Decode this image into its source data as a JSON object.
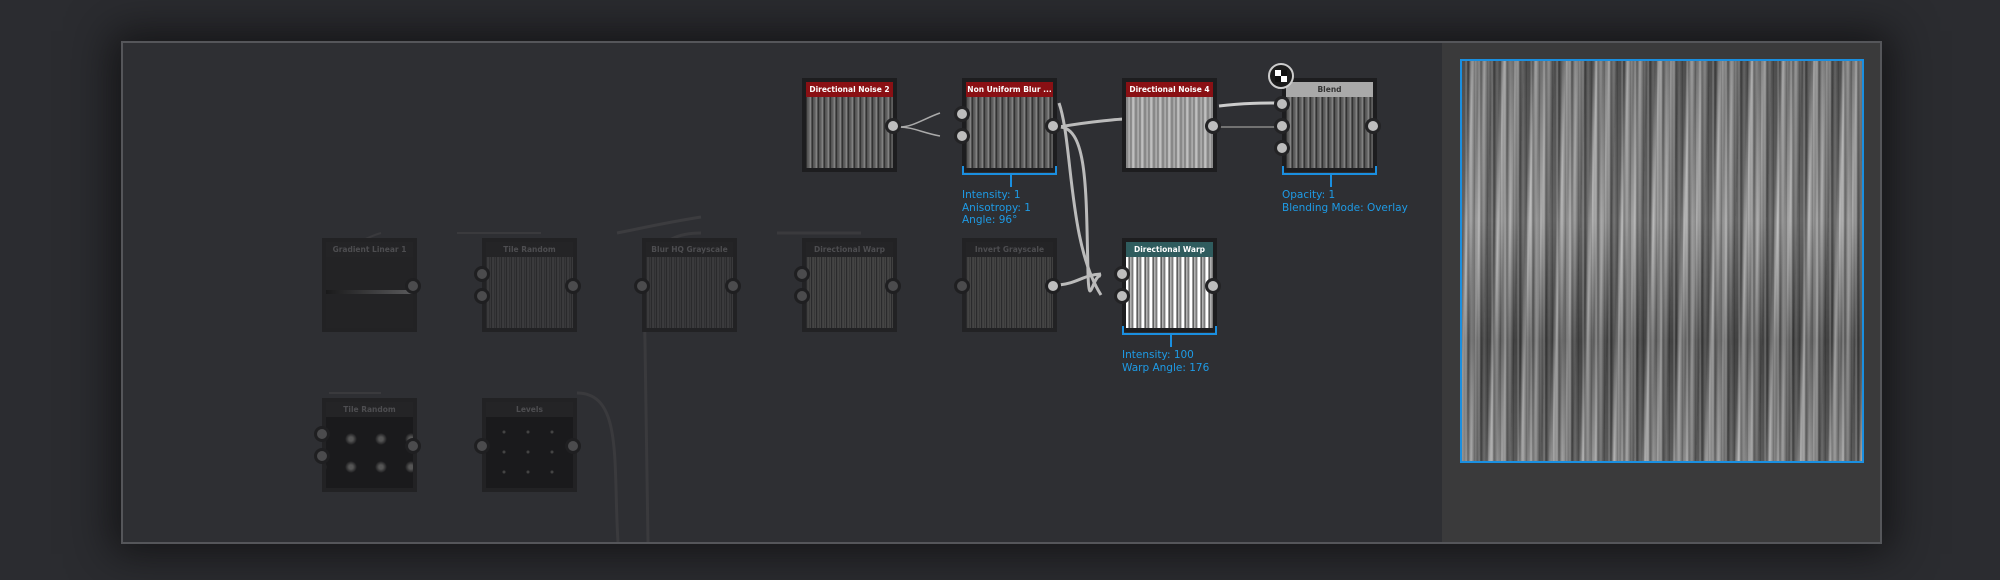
{
  "nodes": {
    "directional_noise_2": {
      "title": "Directional Noise 2"
    },
    "non_uniform_blur": {
      "title": "Non Uniform Blur ...",
      "params": [
        "Intensity: 1",
        "Anisotropy: 1",
        "Angle: 96°"
      ]
    },
    "directional_noise_4": {
      "title": "Directional Noise 4"
    },
    "blend": {
      "title": "Blend",
      "params": [
        "Opacity: 1",
        "Blending Mode: Overlay"
      ]
    },
    "gradient_linear_1": {
      "title": "Gradient Linear 1"
    },
    "tile_random_1": {
      "title": "Tile Random"
    },
    "blur_hq": {
      "title": "Blur HQ Grayscale"
    },
    "directional_warp_1": {
      "title": "Directional Warp"
    },
    "invert_grayscale": {
      "title": "Invert Grayscale"
    },
    "directional_warp_2": {
      "title": "Directional Warp",
      "params": [
        "Intensity: 100",
        "Warp Angle: 176"
      ]
    },
    "tile_random_2": {
      "title": "Tile Random"
    },
    "levels": {
      "title": "Levels"
    }
  },
  "colors": {
    "accent": "#1a8fe0",
    "header_red": "#8a1014",
    "header_teal": "#2f5c5e"
  },
  "icons": {
    "blend_mode": "checker-icon"
  }
}
